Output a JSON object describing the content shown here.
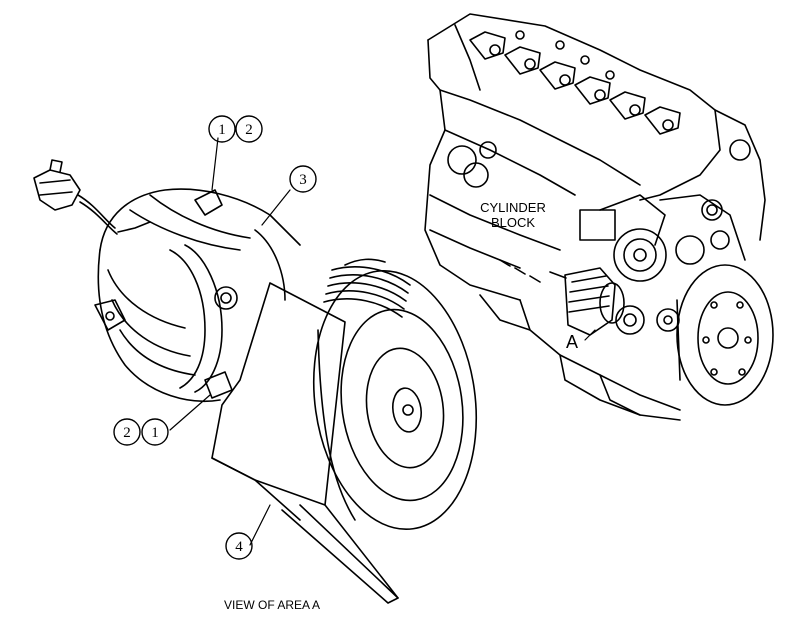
{
  "callouts": {
    "c1_top": "1",
    "c2_top": "2",
    "c3": "3",
    "c2_bottom": "2",
    "c1_bottom": "1",
    "c4": "4"
  },
  "labels": {
    "cylinder_line1": "CYLINDER",
    "cylinder_line2": "BLOCK",
    "area_letter": "A"
  },
  "caption": "VIEW OF AREA A",
  "colors": {
    "ink": "#000000",
    "paper": "#ffffff"
  }
}
